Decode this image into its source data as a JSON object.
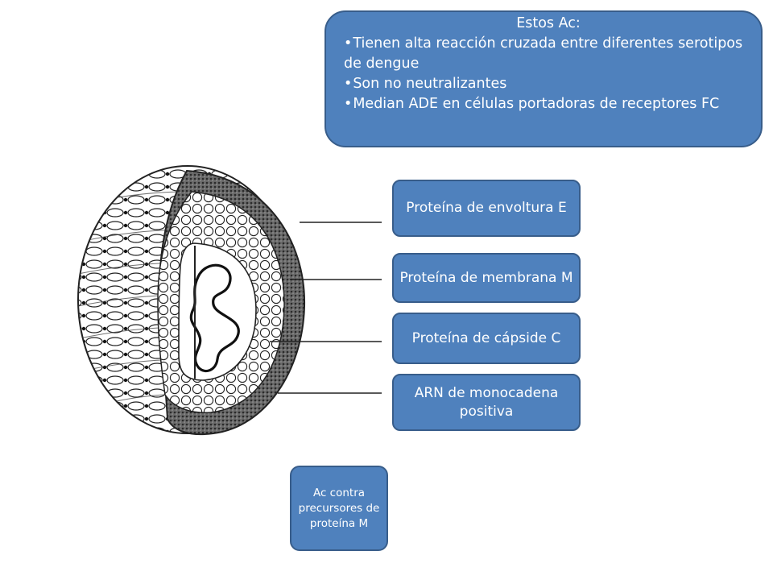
{
  "callout": {
    "heading": "Estos Ac:",
    "bullets": [
      "Tienen alta reacción cruzada entre  diferentes serotipos de dengue",
      "Son no neutralizantes",
      "Median ADE en células portadoras de  receptores FC"
    ]
  },
  "labels": [
    "Proteína de envoltura E",
    "Proteína de membrana M",
    "Proteína de cápside C",
    "ARN de monocadena positiva"
  ],
  "note": "Ac contra precursores de proteína M",
  "colors": {
    "box_fill": "#4f81bd",
    "box_border": "#385d8a",
    "text": "#ffffff",
    "drawing": "#222222"
  }
}
